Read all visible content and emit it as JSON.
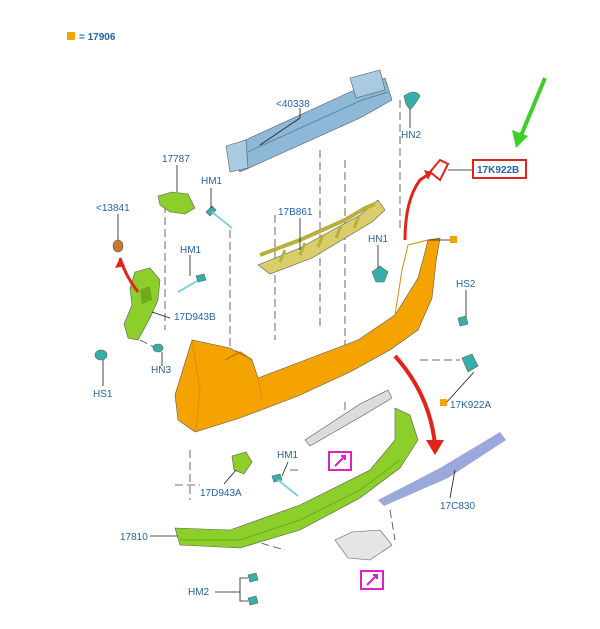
{
  "legend": {
    "text": "= 17906",
    "swatch_color": "#f5a300"
  },
  "labels": {
    "p40338": "<40338",
    "hn2": "HN2",
    "p17k922b": "17K922B",
    "p17787": "17787",
    "hm1_top": "HM1",
    "p13841": "<13841",
    "p17b861": "17B861",
    "hn1": "HN1",
    "hm1_mid": "HM1",
    "hs2": "HS2",
    "p17d943b": "17D943B",
    "hs1": "HS1",
    "hn3": "HN3",
    "p17k922a": "17K922A",
    "hm1_low": "HM1",
    "p17d943a": "17D943A",
    "p17c830": "17C830",
    "p17810": "17810",
    "hm2": "HM2"
  },
  "colors": {
    "label_blue": "#2563a8",
    "bumper_orange": "#f5a300",
    "bracket_green": "#8ccf2a",
    "beam_blue": "#8db8d8",
    "absorber_yellow": "#d9cf6a",
    "strip_blue": "#8f9fd8",
    "red_arrow": "#e2231a",
    "green_arrow": "#3fcf2a",
    "highlight_box": "#e2231a",
    "magenta_box": "#e020c0",
    "teal_clip": "#35b0a8"
  },
  "icons": [
    "diagonal-arrow-icon",
    "diagonal-arrow-icon"
  ]
}
